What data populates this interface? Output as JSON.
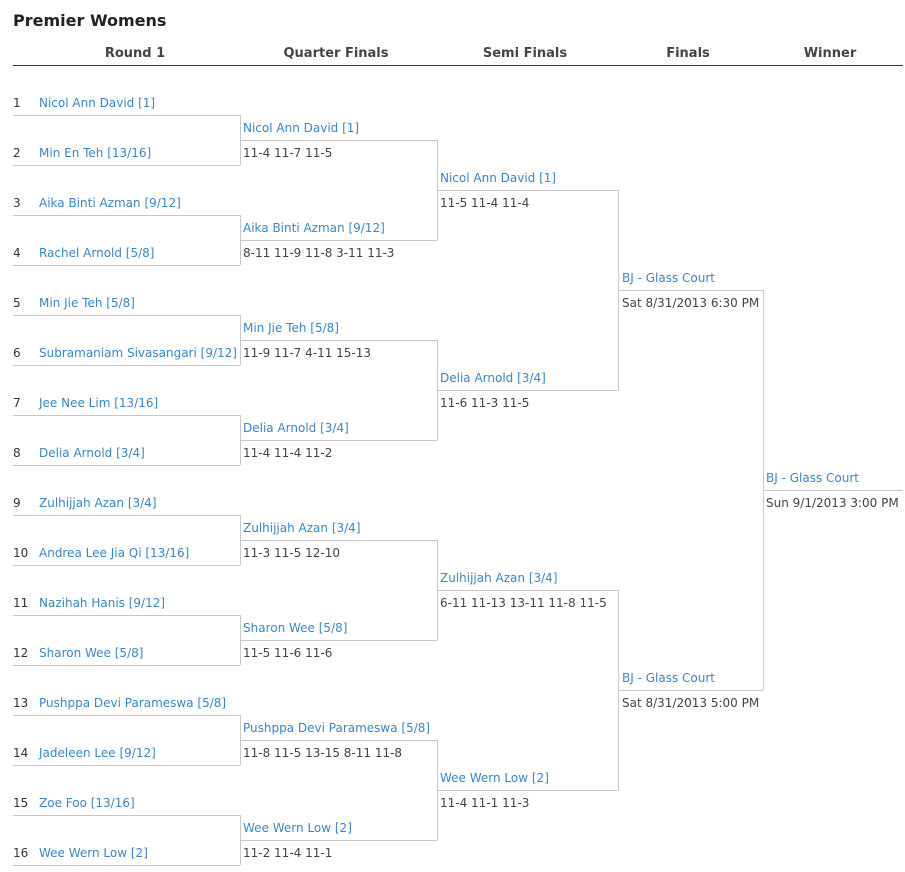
{
  "title": "Premier Womens",
  "headers": [
    "Round 1",
    "Quarter Finals",
    "Semi Finals",
    "Finals",
    "Winner"
  ],
  "round1": [
    {
      "seed": "1",
      "name": "Nicol Ann David [1]"
    },
    {
      "seed": "2",
      "name": "Min En Teh [13/16]"
    },
    {
      "seed": "3",
      "name": "Aika Binti Azman [9/12]"
    },
    {
      "seed": "4",
      "name": "Rachel Arnold [5/8]"
    },
    {
      "seed": "5",
      "name": "Min Jie Teh [5/8]"
    },
    {
      "seed": "6",
      "name": "Subramaniam Sivasangari [9/12]"
    },
    {
      "seed": "7",
      "name": "Jee Nee Lim [13/16]"
    },
    {
      "seed": "8",
      "name": "Delia Arnold [3/4]"
    },
    {
      "seed": "9",
      "name": "Zulhijjah Azan [3/4]"
    },
    {
      "seed": "10",
      "name": "Andrea Lee Jia Qi [13/16]"
    },
    {
      "seed": "11",
      "name": "Nazihah Hanis [9/12]"
    },
    {
      "seed": "12",
      "name": "Sharon Wee [5/8]"
    },
    {
      "seed": "13",
      "name": "Pushppa Devi Parameswa [5/8]"
    },
    {
      "seed": "14",
      "name": "Jadeleen Lee [9/12]"
    },
    {
      "seed": "15",
      "name": "Zoe Foo [13/16]"
    },
    {
      "seed": "16",
      "name": "Wee Wern Low [2]"
    }
  ],
  "quarter_finals": [
    {
      "name": "Nicol Ann David [1]",
      "score": "11-4 11-7 11-5"
    },
    {
      "name": "Aika Binti Azman [9/12]",
      "score": "8-11 11-9 11-8 3-11 11-3"
    },
    {
      "name": "Min Jie Teh [5/8]",
      "score": "11-9 11-7 4-11 15-13"
    },
    {
      "name": "Delia Arnold [3/4]",
      "score": "11-4 11-4 11-2"
    },
    {
      "name": "Zulhijjah Azan [3/4]",
      "score": "11-3 11-5 12-10"
    },
    {
      "name": "Sharon Wee [5/8]",
      "score": "11-5 11-6 11-6"
    },
    {
      "name": "Pushppa Devi Parameswa [5/8]",
      "score": "11-8 11-5 13-15 8-11 11-8"
    },
    {
      "name": "Wee Wern Low [2]",
      "score": "11-2 11-4 11-1"
    }
  ],
  "semi_finals": [
    {
      "name": "Nicol Ann David [1]",
      "score": "11-5 11-4 11-4"
    },
    {
      "name": "Delia Arnold [3/4]",
      "score": "11-6 11-3 11-5"
    },
    {
      "name": "Zulhijjah Azan [3/4]",
      "score": "6-11 11-13 13-11 11-8 11-5"
    },
    {
      "name": "Wee Wern Low [2]",
      "score": "11-4 11-1 11-3"
    }
  ],
  "finals": [
    {
      "name": "BJ - Glass Court",
      "score": "Sat 8/31/2013 6:30 PM"
    },
    {
      "name": "BJ - Glass Court",
      "score": "Sat 8/31/2013 5:00 PM"
    }
  ],
  "winner": {
    "name": "BJ - Glass Court",
    "score": "Sun 9/1/2013 3:00 PM"
  }
}
